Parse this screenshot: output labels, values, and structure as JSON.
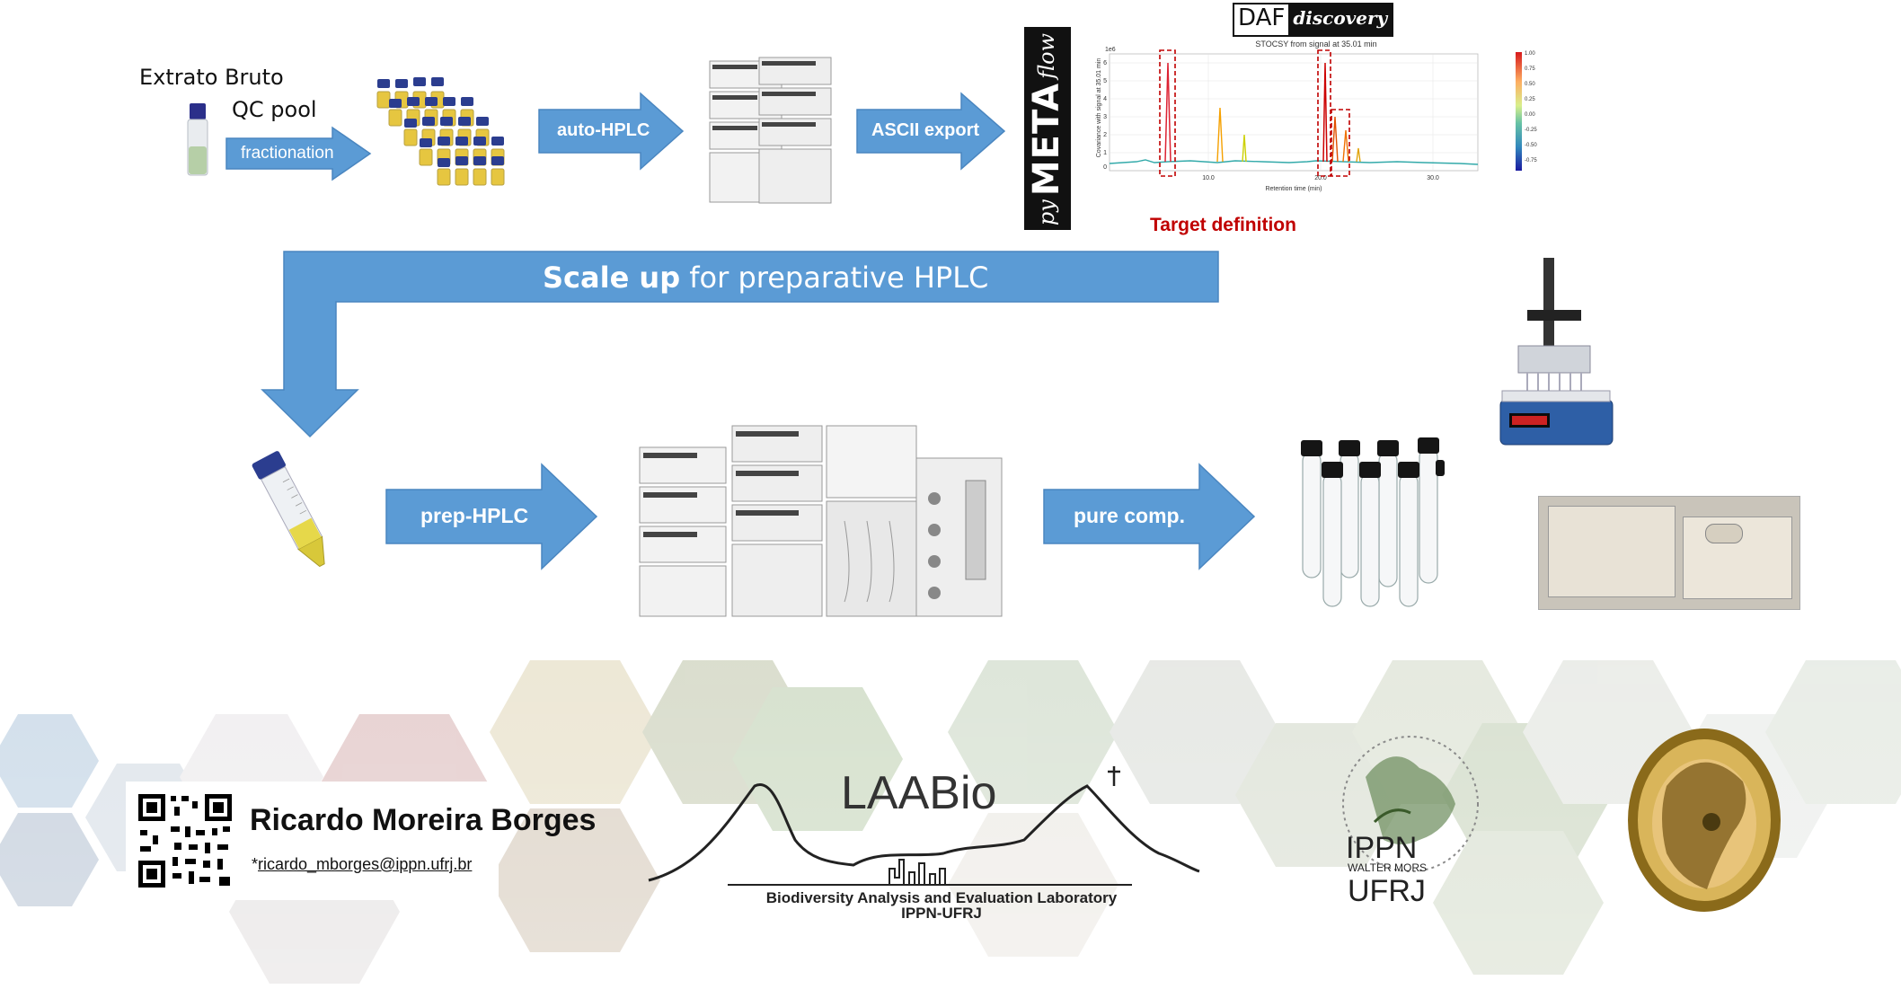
{
  "workflow": {
    "extract_label": "Extrato Bruto",
    "qc_label": "QC pool",
    "arrows": {
      "fractionation": "fractionation",
      "auto_hplc": "auto-HPLC",
      "ascii_export": "ASCII export",
      "prep_hplc": "prep-HPLC",
      "pure_comp": "pure comp."
    },
    "scale_up_bold": "Scale up",
    "scale_up_rest": " for preparative HPLC",
    "target_definition": "Target definition"
  },
  "pymetaflow": {
    "py": "py",
    "meta": "META",
    "flow": "flow"
  },
  "daf": {
    "left": "DAF",
    "right": "discovery"
  },
  "stocsy_plot": {
    "title": "STOCSY from signal at 35.01 min",
    "ylabel": "Covariance with signal at 35.01 min",
    "xlabel": "Retention time (min)",
    "scale_note": "1e6",
    "y_ticks": [
      "6",
      "5",
      "4",
      "3",
      "2",
      "1",
      "0"
    ],
    "x_ticks": [
      "10.0",
      "20.0",
      "30.0"
    ],
    "colorbar_ticks": [
      "1.00",
      "0.75",
      "0.50",
      "0.25",
      "0.00",
      "-0.25",
      "-0.50",
      "-0.75"
    ]
  },
  "footer": {
    "author": "Ricardo Moreira Borges",
    "email_prefix": "*",
    "email": "ricardo_mborges@ippn.ufrj.br",
    "lab_name": "LAABio",
    "lab_full": "Biodiversity Analysis and Evaluation Laboratory",
    "lab_inst": "IPPN-UFRJ",
    "ippn": "IPPN",
    "ippn_sub": "WALTER MORS",
    "ufrj": "UFRJ"
  },
  "colors": {
    "arrow_blue": "#5b9bd5",
    "arrow_border": "#4a86c0",
    "target_red": "#c00000"
  }
}
